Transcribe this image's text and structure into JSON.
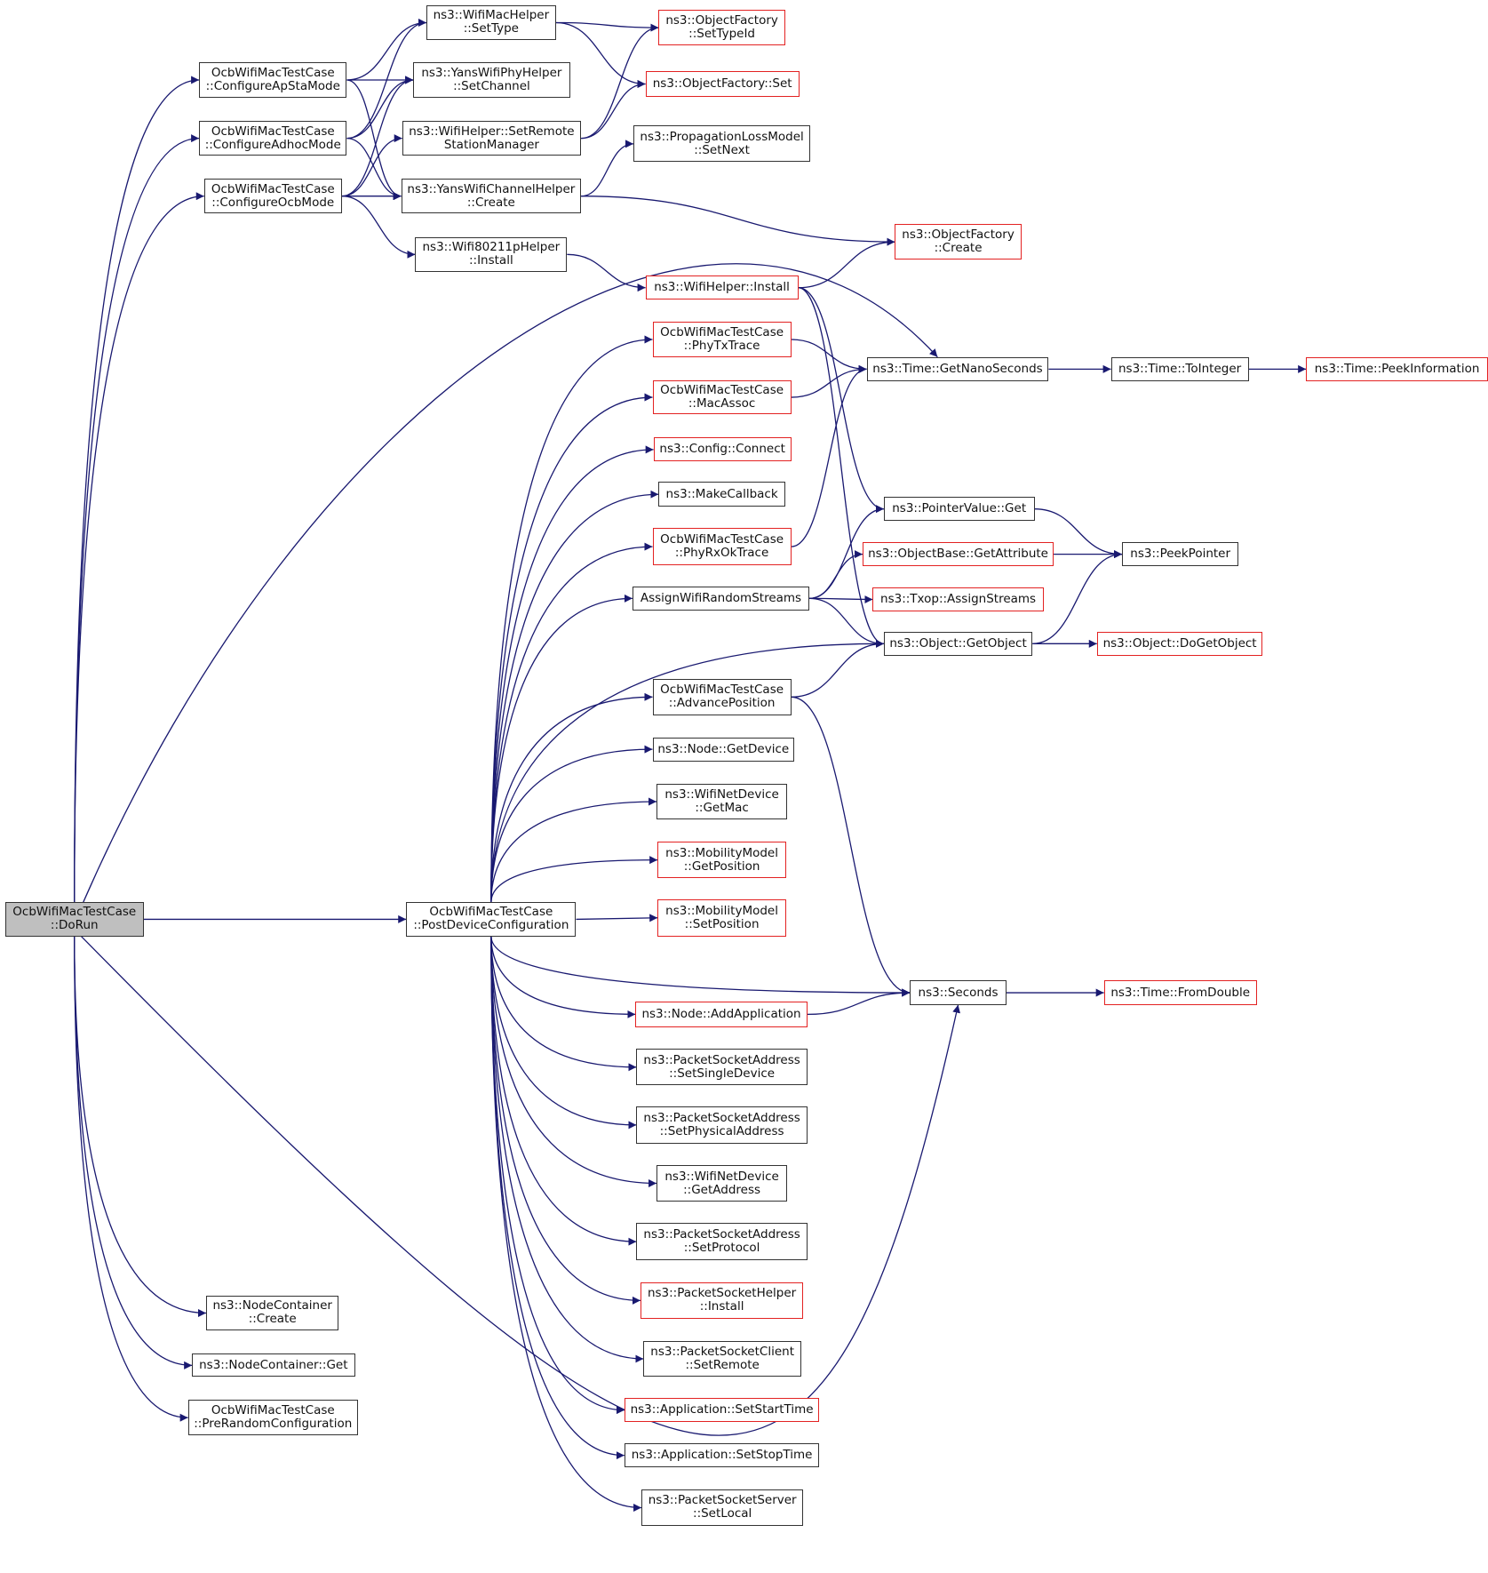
{
  "diagram": {
    "type": "call-graph",
    "edge_color": "#191970",
    "border_color_internal": "#333333",
    "border_color_external": "#e32222",
    "root_fill": "#bfbfbf",
    "nodes": [
      {
        "id": "dorun",
        "lines": [
          "OcbWifiMacTestCase",
          "::DoRun"
        ],
        "style": "root"
      },
      {
        "id": "apsta",
        "lines": [
          "OcbWifiMacTestCase",
          "::ConfigureApStaMode"
        ],
        "style": "internal"
      },
      {
        "id": "adhoc",
        "lines": [
          "OcbWifiMacTestCase",
          "::ConfigureAdhocMode"
        ],
        "style": "internal"
      },
      {
        "id": "ocbmode",
        "lines": [
          "OcbWifiMacTestCase",
          "::ConfigureOcbMode"
        ],
        "style": "internal"
      },
      {
        "id": "postdev",
        "lines": [
          "OcbWifiMacTestCase",
          "::PostDeviceConfiguration"
        ],
        "style": "internal"
      },
      {
        "id": "nccreate",
        "lines": [
          "ns3::NodeContainer",
          "::Create"
        ],
        "style": "internal"
      },
      {
        "id": "ncget",
        "lines": [
          "ns3::NodeContainer::Get"
        ],
        "style": "internal"
      },
      {
        "id": "prerand",
        "lines": [
          "OcbWifiMacTestCase",
          "::PreRandomConfiguration"
        ],
        "style": "internal"
      },
      {
        "id": "settype",
        "lines": [
          "ns3::WifiMacHelper",
          "::SetType"
        ],
        "style": "internal"
      },
      {
        "id": "setchannel",
        "lines": [
          "ns3::YansWifiPhyHelper",
          "::SetChannel"
        ],
        "style": "internal"
      },
      {
        "id": "setremote",
        "lines": [
          "ns3::WifiHelper::SetRemote",
          "StationManager"
        ],
        "style": "internal"
      },
      {
        "id": "ywchcreate",
        "lines": [
          "ns3::YansWifiChannelHelper",
          "::Create"
        ],
        "style": "internal"
      },
      {
        "id": "w80211install",
        "lines": [
          "ns3::Wifi80211pHelper",
          "::Install"
        ],
        "style": "internal"
      },
      {
        "id": "ofsettypeid",
        "lines": [
          "ns3::ObjectFactory",
          "::SetTypeId"
        ],
        "style": "external"
      },
      {
        "id": "ofset",
        "lines": [
          "ns3::ObjectFactory::Set"
        ],
        "style": "external"
      },
      {
        "id": "plmsetnext",
        "lines": [
          "ns3::PropagationLossModel",
          "::SetNext"
        ],
        "style": "internal"
      },
      {
        "id": "ofcreate",
        "lines": [
          "ns3::ObjectFactory",
          "::Create"
        ],
        "style": "external"
      },
      {
        "id": "whinstall",
        "lines": [
          "ns3::WifiHelper::Install"
        ],
        "style": "external"
      },
      {
        "id": "phytx",
        "lines": [
          "OcbWifiMacTestCase",
          "::PhyTxTrace"
        ],
        "style": "external"
      },
      {
        "id": "macassoc",
        "lines": [
          "OcbWifiMacTestCase",
          "::MacAssoc"
        ],
        "style": "external"
      },
      {
        "id": "cfgconnect",
        "lines": [
          "ns3::Config::Connect"
        ],
        "style": "external"
      },
      {
        "id": "makecb",
        "lines": [
          "ns3::MakeCallback"
        ],
        "style": "internal"
      },
      {
        "id": "phyrx",
        "lines": [
          "OcbWifiMacTestCase",
          "::PhyRxOkTrace"
        ],
        "style": "external"
      },
      {
        "id": "assignrs",
        "lines": [
          "AssignWifiRandomStreams"
        ],
        "style": "internal"
      },
      {
        "id": "advpos",
        "lines": [
          "OcbWifiMacTestCase",
          "::AdvancePosition"
        ],
        "style": "internal"
      },
      {
        "id": "nodegetdev",
        "lines": [
          "ns3::Node::GetDevice"
        ],
        "style": "internal"
      },
      {
        "id": "wndgetmac",
        "lines": [
          "ns3::WifiNetDevice",
          "::GetMac"
        ],
        "style": "internal"
      },
      {
        "id": "mmgetpos",
        "lines": [
          "ns3::MobilityModel",
          "::GetPosition"
        ],
        "style": "external"
      },
      {
        "id": "mmsetpos",
        "lines": [
          "ns3::MobilityModel",
          "::SetPosition"
        ],
        "style": "external"
      },
      {
        "id": "addapp",
        "lines": [
          "ns3::Node::AddApplication"
        ],
        "style": "external"
      },
      {
        "id": "psasingle",
        "lines": [
          "ns3::PacketSocketAddress",
          "::SetSingleDevice"
        ],
        "style": "internal"
      },
      {
        "id": "psaphys",
        "lines": [
          "ns3::PacketSocketAddress",
          "::SetPhysicalAddress"
        ],
        "style": "internal"
      },
      {
        "id": "wndgetaddr",
        "lines": [
          "ns3::WifiNetDevice",
          "::GetAddress"
        ],
        "style": "internal"
      },
      {
        "id": "psaproto",
        "lines": [
          "ns3::PacketSocketAddress",
          "::SetProtocol"
        ],
        "style": "internal"
      },
      {
        "id": "pshinstall",
        "lines": [
          "ns3::PacketSocketHelper",
          "::Install"
        ],
        "style": "external"
      },
      {
        "id": "pscremote",
        "lines": [
          "ns3::PacketSocketClient",
          "::SetRemote"
        ],
        "style": "internal"
      },
      {
        "id": "appstart",
        "lines": [
          "ns3::Application::SetStartTime"
        ],
        "style": "external"
      },
      {
        "id": "appstop",
        "lines": [
          "ns3::Application::SetStopTime"
        ],
        "style": "internal"
      },
      {
        "id": "pssetlocal",
        "lines": [
          "ns3::PacketSocketServer",
          "::SetLocal"
        ],
        "style": "internal"
      },
      {
        "id": "getnano",
        "lines": [
          "ns3::Time::GetNanoSeconds"
        ],
        "style": "internal"
      },
      {
        "id": "tointeger",
        "lines": [
          "ns3::Time::ToInteger"
        ],
        "style": "internal"
      },
      {
        "id": "peekinfo",
        "lines": [
          "ns3::Time::PeekInformation"
        ],
        "style": "external"
      },
      {
        "id": "pvget",
        "lines": [
          "ns3::PointerValue::Get"
        ],
        "style": "internal"
      },
      {
        "id": "obgetattr",
        "lines": [
          "ns3::ObjectBase::GetAttribute"
        ],
        "style": "external"
      },
      {
        "id": "peekptr",
        "lines": [
          "ns3::PeekPointer"
        ],
        "style": "internal"
      },
      {
        "id": "txopassign",
        "lines": [
          "ns3::Txop::AssignStreams"
        ],
        "style": "external"
      },
      {
        "id": "getobject",
        "lines": [
          "ns3::Object::GetObject"
        ],
        "style": "internal"
      },
      {
        "id": "dogetobject",
        "lines": [
          "ns3::Object::DoGetObject"
        ],
        "style": "external"
      },
      {
        "id": "seconds",
        "lines": [
          "ns3::Seconds"
        ],
        "style": "internal"
      },
      {
        "id": "fromdouble",
        "lines": [
          "ns3::Time::FromDouble"
        ],
        "style": "external"
      }
    ],
    "edges": [
      [
        "dorun",
        "apsta"
      ],
      [
        "dorun",
        "adhoc"
      ],
      [
        "dorun",
        "ocbmode"
      ],
      [
        "dorun",
        "postdev"
      ],
      [
        "dorun",
        "getnano"
      ],
      [
        "dorun",
        "nccreate"
      ],
      [
        "dorun",
        "ncget"
      ],
      [
        "dorun",
        "prerand"
      ],
      [
        "dorun",
        "seconds"
      ],
      [
        "apsta",
        "settype"
      ],
      [
        "apsta",
        "setchannel"
      ],
      [
        "apsta",
        "ywchcreate"
      ],
      [
        "adhoc",
        "settype"
      ],
      [
        "adhoc",
        "setchannel"
      ],
      [
        "adhoc",
        "ywchcreate"
      ],
      [
        "ocbmode",
        "setchannel"
      ],
      [
        "ocbmode",
        "setremote"
      ],
      [
        "ocbmode",
        "ywchcreate"
      ],
      [
        "ocbmode",
        "w80211install"
      ],
      [
        "settype",
        "ofsettypeid"
      ],
      [
        "settype",
        "ofset"
      ],
      [
        "setremote",
        "ofsettypeid"
      ],
      [
        "setremote",
        "ofset"
      ],
      [
        "ywchcreate",
        "plmsetnext"
      ],
      [
        "ywchcreate",
        "ofcreate"
      ],
      [
        "w80211install",
        "whinstall"
      ],
      [
        "whinstall",
        "ofcreate"
      ],
      [
        "whinstall",
        "pvget"
      ],
      [
        "whinstall",
        "getobject"
      ],
      [
        "postdev",
        "phytx"
      ],
      [
        "postdev",
        "macassoc"
      ],
      [
        "postdev",
        "cfgconnect"
      ],
      [
        "postdev",
        "makecb"
      ],
      [
        "postdev",
        "phyrx"
      ],
      [
        "postdev",
        "assignrs"
      ],
      [
        "postdev",
        "getobject"
      ],
      [
        "postdev",
        "advpos"
      ],
      [
        "postdev",
        "nodegetdev"
      ],
      [
        "postdev",
        "wndgetmac"
      ],
      [
        "postdev",
        "mmgetpos"
      ],
      [
        "postdev",
        "mmsetpos"
      ],
      [
        "postdev",
        "seconds"
      ],
      [
        "postdev",
        "addapp"
      ],
      [
        "postdev",
        "psasingle"
      ],
      [
        "postdev",
        "psaphys"
      ],
      [
        "postdev",
        "wndgetaddr"
      ],
      [
        "postdev",
        "psaproto"
      ],
      [
        "postdev",
        "pshinstall"
      ],
      [
        "postdev",
        "pscremote"
      ],
      [
        "postdev",
        "appstart"
      ],
      [
        "postdev",
        "appstop"
      ],
      [
        "postdev",
        "pssetlocal"
      ],
      [
        "phytx",
        "getnano"
      ],
      [
        "macassoc",
        "getnano"
      ],
      [
        "phyrx",
        "getnano"
      ],
      [
        "assignrs",
        "pvget"
      ],
      [
        "assignrs",
        "obgetattr"
      ],
      [
        "assignrs",
        "txopassign"
      ],
      [
        "assignrs",
        "getobject"
      ],
      [
        "advpos",
        "getobject"
      ],
      [
        "advpos",
        "seconds"
      ],
      [
        "addapp",
        "seconds"
      ],
      [
        "getnano",
        "tointeger"
      ],
      [
        "tointeger",
        "peekinfo"
      ],
      [
        "pvget",
        "peekptr"
      ],
      [
        "obgetattr",
        "peekptr"
      ],
      [
        "getobject",
        "peekptr"
      ],
      [
        "getobject",
        "dogetobject"
      ],
      [
        "seconds",
        "fromdouble"
      ]
    ]
  }
}
